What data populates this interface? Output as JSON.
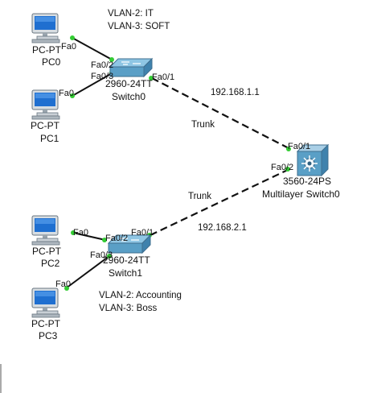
{
  "annotations": {
    "vlan_top": [
      "VLAN-2: IT",
      "VLAN-3: SOFT"
    ],
    "vlan_bottom": [
      "VLAN-2: Accounting",
      "VLAN-3: Boss"
    ],
    "network_top": "192.168.1.1",
    "network_bottom": "192.168.2.1",
    "trunk_top": "Trunk",
    "trunk_bottom": "Trunk"
  },
  "pcs": [
    {
      "type": "PC-PT",
      "name": "PC0",
      "port": "Fa0"
    },
    {
      "type": "PC-PT",
      "name": "PC1",
      "port": "Fa0"
    },
    {
      "type": "PC-PT",
      "name": "PC2",
      "port": "Fa0"
    },
    {
      "type": "PC-PT",
      "name": "PC3",
      "port": "Fa0"
    }
  ],
  "switches": [
    {
      "model": "2960-24TT",
      "name": "Switch0",
      "ports": [
        "Fa0/2",
        "Fa0/3",
        "Fa0/1"
      ]
    },
    {
      "model": "2960-24TT",
      "name": "Switch1",
      "ports": [
        "Fa0/2",
        "Fa0/3",
        "Fa0/1"
      ]
    }
  ],
  "multilayer": {
    "model": "3560-24PS",
    "name": "Multilayer Switch0",
    "ports": [
      "Fa0/1",
      "Fa0/2"
    ]
  },
  "colors": {
    "link": "#111111",
    "port_dot": "#33cc33",
    "switch_body": "#5a9fc6",
    "switch_top": "#8fc6e4",
    "screen": "#1f6fd0"
  }
}
